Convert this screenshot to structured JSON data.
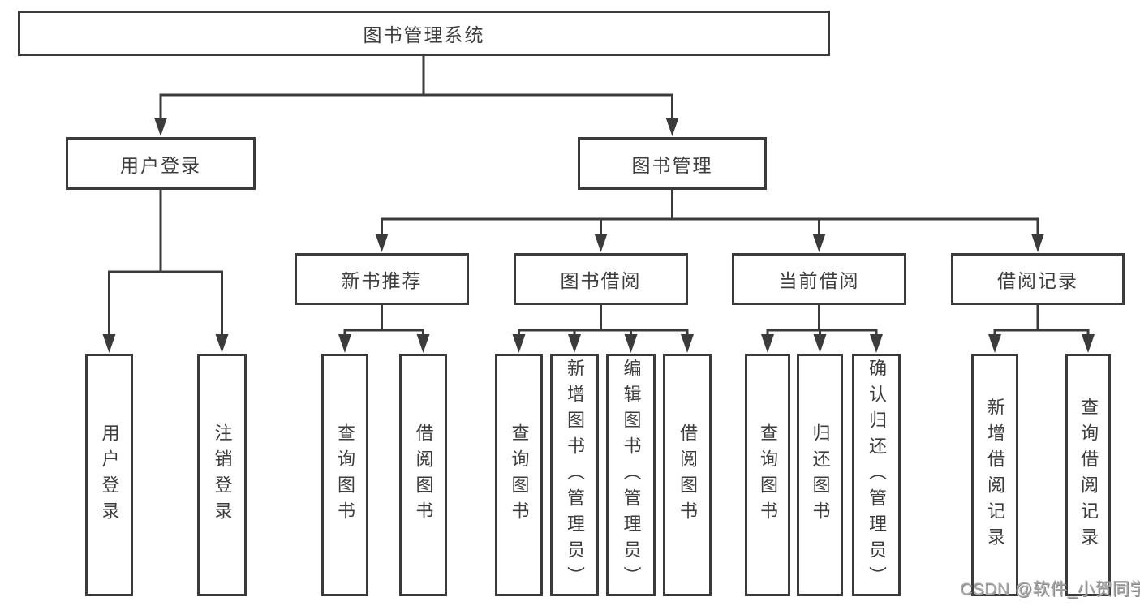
{
  "diagram_type": "hierarchy-tree",
  "tree": {
    "label": "图书管理系统",
    "children": [
      {
        "label": "用户登录",
        "children": [
          {
            "label": "用户登录"
          },
          {
            "label": "注销登录"
          }
        ]
      },
      {
        "label": "图书管理",
        "children": [
          {
            "label": "新书推荐",
            "children": [
              {
                "label": "查询图书"
              },
              {
                "label": "借阅图书"
              }
            ]
          },
          {
            "label": "图书借阅",
            "children": [
              {
                "label": "查询图书"
              },
              {
                "label": "新增图书（管理员）"
              },
              {
                "label": "编辑图书（管理员）"
              },
              {
                "label": "借阅图书"
              }
            ]
          },
          {
            "label": "当前借阅",
            "children": [
              {
                "label": "查询图书"
              },
              {
                "label": "归还图书"
              },
              {
                "label": "确认归还（管理员）"
              }
            ]
          },
          {
            "label": "借阅记录",
            "children": [
              {
                "label": "新增借阅记录"
              },
              {
                "label": "查询借阅记录"
              }
            ]
          }
        ]
      }
    ]
  },
  "watermark": "CSDN @软件_小贺同学",
  "colors": {
    "line": "#3b3b3b",
    "box_border": "#3b3b3b",
    "box_fill": "#ffffff",
    "text": "#3d3d3d",
    "watermark": "#a6a6a6",
    "background": "#ffffff"
  }
}
